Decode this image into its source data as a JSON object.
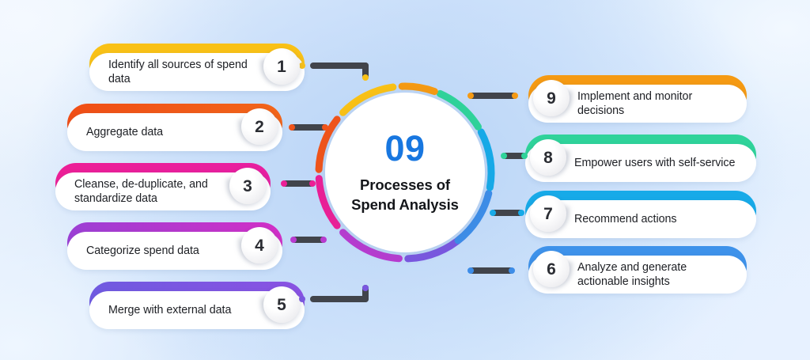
{
  "center": {
    "number": "09",
    "title_line1": "Processes of",
    "title_line2": "Spend Analysis",
    "number_color": "#1877e0"
  },
  "steps": [
    {
      "number": "1",
      "label": "Identify all sources of spend data",
      "side": "left",
      "color": "#f9c116",
      "color_end": "#f9c116"
    },
    {
      "number": "2",
      "label": "Aggregate data",
      "side": "left",
      "color": "#f04e16",
      "color_end": "#f2651a"
    },
    {
      "number": "3",
      "label": "Cleanse, de-duplicate, and standardize data",
      "side": "left",
      "color": "#ec1f96",
      "color_end": "#e81fa0"
    },
    {
      "number": "4",
      "label": "Categorize spend data",
      "side": "left",
      "color": "#9b3fd4",
      "color_end": "#d22fc6"
    },
    {
      "number": "5",
      "label": "Merge with external data",
      "side": "left",
      "color": "#6f5ae0",
      "color_end": "#8a52e2"
    },
    {
      "number": "6",
      "label": "Analyze and generate actionable insights",
      "side": "right",
      "color": "#3e92ea",
      "color_end": "#3e92ea"
    },
    {
      "number": "7",
      "label": "Recommend actions",
      "side": "right",
      "color": "#17aae8",
      "color_end": "#17aae8"
    },
    {
      "number": "8",
      "label": "Empower users with self-service",
      "side": "right",
      "color": "#2fd39a",
      "color_end": "#2fd39a"
    },
    {
      "number": "9",
      "label": "Implement and monitor decisions",
      "side": "right",
      "color": "#f59a13",
      "color_end": "#f59a13"
    }
  ],
  "ring": {
    "segments": [
      {
        "step": "1",
        "color": "#f9c116"
      },
      {
        "step": "2",
        "color": "#f0541a"
      },
      {
        "step": "3",
        "color": "#ec1f96"
      },
      {
        "step": "4",
        "color": "#b83bd0"
      },
      {
        "step": "5",
        "color": "#7a57e0"
      },
      {
        "step": "6",
        "color": "#3d8de8"
      },
      {
        "step": "7",
        "color": "#17aae8"
      },
      {
        "step": "8",
        "color": "#2fd39a"
      },
      {
        "step": "9",
        "color": "#f59a13"
      }
    ]
  },
  "connectors": [
    {
      "step": "1",
      "color": "#f9c116"
    },
    {
      "step": "2",
      "color": "#f0541a"
    },
    {
      "step": "3",
      "color": "#ec1f96"
    },
    {
      "step": "4",
      "color": "#b83bd0"
    },
    {
      "step": "5",
      "color": "#7a57e0"
    },
    {
      "step": "6",
      "color": "#3d8de8"
    },
    {
      "step": "7",
      "color": "#17aae8"
    },
    {
      "step": "8",
      "color": "#2fd39a"
    },
    {
      "step": "9",
      "color": "#f59a13"
    }
  ]
}
